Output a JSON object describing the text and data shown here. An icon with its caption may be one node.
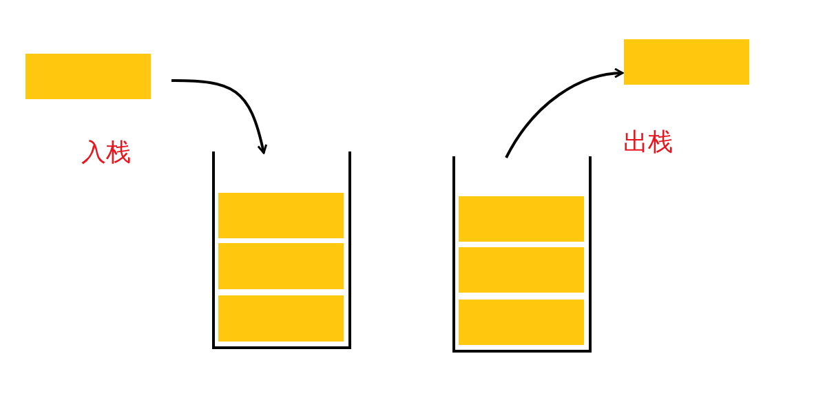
{
  "diagram": {
    "nodes": [
      {
        "text": [],
        "shape": "bar"
      },
      {
        "text": [],
        "shape": "box"
      },
      {
        "text": [],
        "shape": "bar",
        "in": 1
      },
      {
        "text": [],
        "shape": "bar",
        "in": 1
      },
      {
        "text": [],
        "shape": "bar",
        "in": 1
      },
      {
        "text": [],
        "shape": "box"
      },
      {
        "text": [],
        "shape": "bar",
        "in": 5
      },
      {
        "text": [],
        "shape": "bar",
        "in": 5
      },
      {
        "text": [],
        "shape": "bar",
        "in": 5
      },
      {
        "text": [],
        "shape": "bar"
      }
    ],
    "edges": [
      {
        "from": 0,
        "to": 1,
        "arrow": "to"
      },
      {
        "from": 5,
        "to": 9,
        "arrow": "to"
      }
    ],
    "labels": [
      "入栈",
      "出栈"
    ]
  }
}
